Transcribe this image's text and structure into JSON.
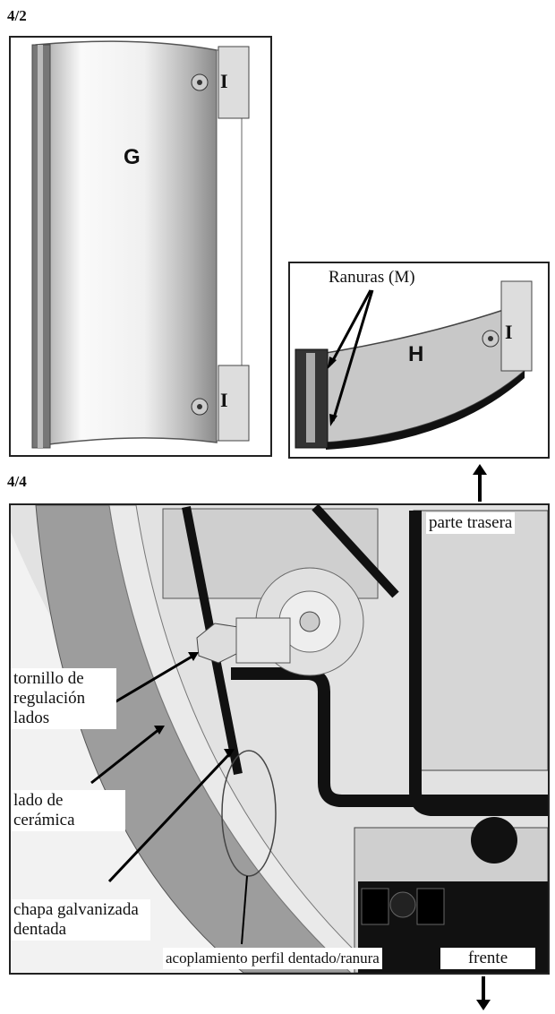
{
  "steps": {
    "top": "4/2",
    "bottom": "4/4"
  },
  "panel_g": {
    "label_g": "G",
    "label_i_top": "I",
    "label_i_bottom": "I"
  },
  "panel_h": {
    "slots_label": "Ranuras (M)",
    "label_h": "H",
    "label_i": "I"
  },
  "detail": {
    "rear": "parte trasera",
    "front": "frente",
    "screw": "tornillo de regulación lados",
    "ceramic_side": "lado de cerámica",
    "sheet": "chapa galvanizada dentada",
    "coupling": "acoplamiento perfil dentado/ranura"
  },
  "colors": {
    "frame": "#222222",
    "part_black": "#111111",
    "panel_gray": "#d8d8d8"
  }
}
